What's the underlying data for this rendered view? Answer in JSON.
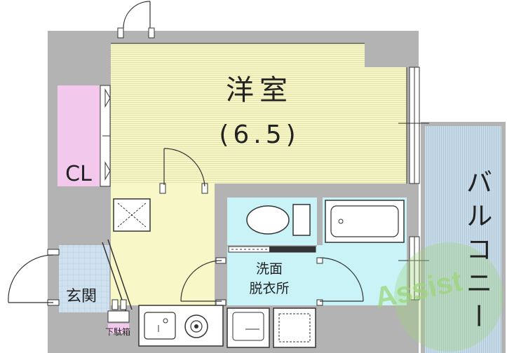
{
  "rooms": {
    "western_room_name": "洋室",
    "western_room_size": "(6.5)",
    "closet": "CL",
    "balcony": "バルコニー",
    "washroom_line1": "洗面",
    "washroom_line2": "脱衣所",
    "entrance": "玄関",
    "shoe_box": "下駄箱"
  },
  "watermark": "Assist",
  "colors": {
    "wall": "#b3b3b3",
    "room_floor": "#f7f7c8",
    "closet": "#f2c8ec",
    "wet_area": "#c9f3f7",
    "balcony": "#c8dbe8",
    "entrance_tile": "#cfe1ef",
    "watermark": "#9ed57a"
  }
}
